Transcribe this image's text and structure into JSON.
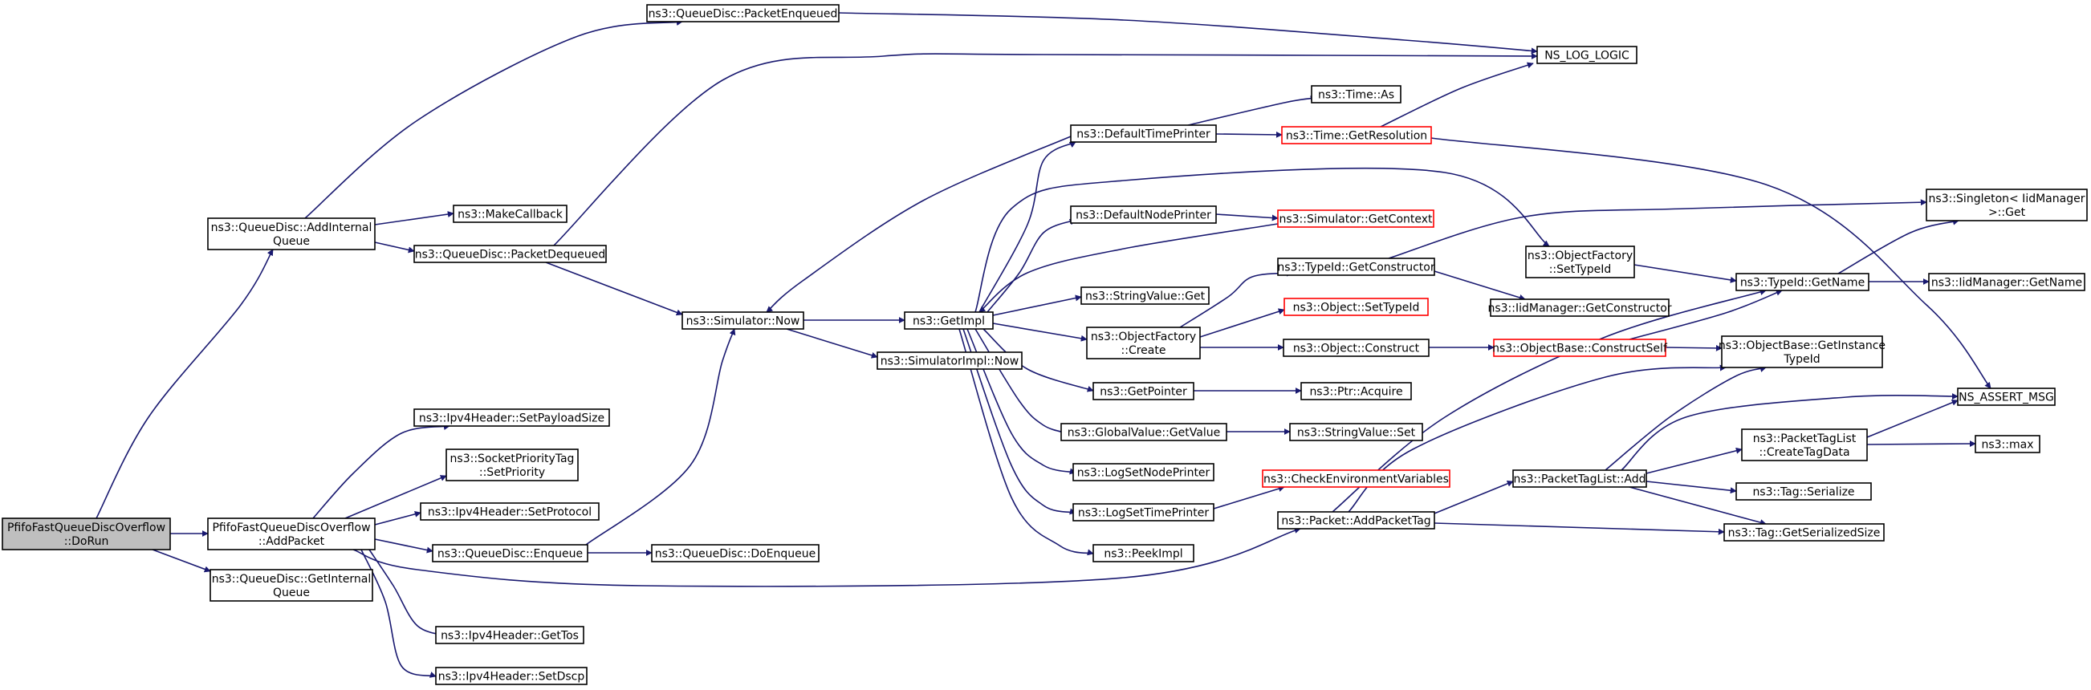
{
  "colors": {
    "edge": "#191970",
    "node_border": "#000000",
    "node_border_incomplete": "#ff0000",
    "node_fill": "#ffffff",
    "root_fill": "#bfbfbf"
  },
  "nodes": [
    {
      "id": "root",
      "lines": [
        "PfifoFastQueueDiscOverflow",
        "::DoRun"
      ],
      "kind": "root"
    },
    {
      "id": "addInternalQueue",
      "lines": [
        "ns3::QueueDisc::AddInternal",
        "Queue"
      ],
      "kind": "normal"
    },
    {
      "id": "addPacket",
      "lines": [
        "PfifoFastQueueDiscOverflow",
        "::AddPacket"
      ],
      "kind": "normal"
    },
    {
      "id": "getInternalQueue",
      "lines": [
        "ns3::QueueDisc::GetInternal",
        "Queue"
      ],
      "kind": "normal"
    },
    {
      "id": "packetEnqueued",
      "lines": [
        "ns3::QueueDisc::PacketEnqueued"
      ],
      "kind": "normal"
    },
    {
      "id": "makeCallback",
      "lines": [
        "ns3::MakeCallback"
      ],
      "kind": "normal"
    },
    {
      "id": "packetDequeued",
      "lines": [
        "ns3::QueueDisc::PacketDequeued"
      ],
      "kind": "normal"
    },
    {
      "id": "nsLogLogic",
      "lines": [
        "NS_LOG_LOGIC"
      ],
      "kind": "normal"
    },
    {
      "id": "simNow",
      "lines": [
        "ns3::Simulator::Now"
      ],
      "kind": "normal"
    },
    {
      "id": "setPayloadSize",
      "lines": [
        "ns3::Ipv4Header::SetPayloadSize"
      ],
      "kind": "normal"
    },
    {
      "id": "socketPrio",
      "lines": [
        "ns3::SocketPriorityTag",
        "::SetPriority"
      ],
      "kind": "normal"
    },
    {
      "id": "setProtocol",
      "lines": [
        "ns3::Ipv4Header::SetProtocol"
      ],
      "kind": "normal"
    },
    {
      "id": "enqueue",
      "lines": [
        "ns3::QueueDisc::Enqueue"
      ],
      "kind": "normal"
    },
    {
      "id": "doEnqueue",
      "lines": [
        "ns3::QueueDisc::DoEnqueue"
      ],
      "kind": "normal"
    },
    {
      "id": "getTos",
      "lines": [
        "ns3::Ipv4Header::GetTos"
      ],
      "kind": "normal"
    },
    {
      "id": "setDscp",
      "lines": [
        "ns3::Ipv4Header::SetDscp"
      ],
      "kind": "normal"
    },
    {
      "id": "getImpl",
      "lines": [
        "ns3::GetImpl"
      ],
      "kind": "normal"
    },
    {
      "id": "simImplNow",
      "lines": [
        "ns3::SimulatorImpl::Now"
      ],
      "kind": "normal"
    },
    {
      "id": "defaultTimePrinter",
      "lines": [
        "ns3::DefaultTimePrinter"
      ],
      "kind": "normal"
    },
    {
      "id": "defaultNodePrinter",
      "lines": [
        "ns3::DefaultNodePrinter"
      ],
      "kind": "normal"
    },
    {
      "id": "stringValueGet",
      "lines": [
        "ns3::StringValue::Get"
      ],
      "kind": "normal"
    },
    {
      "id": "objFactoryCreate",
      "lines": [
        "ns3::ObjectFactory",
        "::Create"
      ],
      "kind": "normal"
    },
    {
      "id": "getPointer",
      "lines": [
        "ns3::GetPointer"
      ],
      "kind": "normal"
    },
    {
      "id": "globalValueGet",
      "lines": [
        "ns3::GlobalValue::GetValue"
      ],
      "kind": "normal"
    },
    {
      "id": "logSetNodePrinter",
      "lines": [
        "ns3::LogSetNodePrinter"
      ],
      "kind": "normal"
    },
    {
      "id": "logSetTimePrinter",
      "lines": [
        "ns3::LogSetTimePrinter"
      ],
      "kind": "normal"
    },
    {
      "id": "peekImpl",
      "lines": [
        "ns3::PeekImpl"
      ],
      "kind": "normal"
    },
    {
      "id": "timeAs",
      "lines": [
        "ns3::Time::As"
      ],
      "kind": "normal"
    },
    {
      "id": "timeGetRes",
      "lines": [
        "ns3::Time::GetResolution"
      ],
      "kind": "incomplete"
    },
    {
      "id": "simGetContext",
      "lines": [
        "ns3::Simulator::GetContext"
      ],
      "kind": "incomplete"
    },
    {
      "id": "typeIdGetCtor",
      "lines": [
        "ns3::TypeId::GetConstructor"
      ],
      "kind": "normal"
    },
    {
      "id": "objectSetTypeId",
      "lines": [
        "ns3::Object::SetTypeId"
      ],
      "kind": "incomplete"
    },
    {
      "id": "objectConstruct",
      "lines": [
        "ns3::Object::Construct"
      ],
      "kind": "normal"
    },
    {
      "id": "ptrAcquire",
      "lines": [
        "ns3::Ptr::Acquire"
      ],
      "kind": "normal"
    },
    {
      "id": "stringValueSet",
      "lines": [
        "ns3::StringValue::Set"
      ],
      "kind": "normal"
    },
    {
      "id": "checkEnvVars",
      "lines": [
        "ns3::CheckEnvironmentVariables"
      ],
      "kind": "incomplete"
    },
    {
      "id": "addPacketTag",
      "lines": [
        "ns3::Packet::AddPacketTag"
      ],
      "kind": "normal"
    },
    {
      "id": "objFactorySetTypeId",
      "lines": [
        "ns3::ObjectFactory",
        "::SetTypeId"
      ],
      "kind": "normal"
    },
    {
      "id": "iidMgrGetCtor",
      "lines": [
        "ns3::IidManager::GetConstructor"
      ],
      "kind": "normal"
    },
    {
      "id": "objBaseConstructSelf",
      "lines": [
        "ns3::ObjectBase::ConstructSelf"
      ],
      "kind": "incomplete"
    },
    {
      "id": "packetTagListAdd",
      "lines": [
        "ns3::PacketTagList::Add"
      ],
      "kind": "normal"
    },
    {
      "id": "typeIdGetName",
      "lines": [
        "ns3::TypeId::GetName"
      ],
      "kind": "normal"
    },
    {
      "id": "objBaseGetInstTypeId",
      "lines": [
        "ns3::ObjectBase::GetInstance",
        "TypeId"
      ],
      "kind": "normal"
    },
    {
      "id": "createTagData",
      "lines": [
        "ns3::PacketTagList",
        "::CreateTagData"
      ],
      "kind": "normal"
    },
    {
      "id": "tagSerialize",
      "lines": [
        "ns3::Tag::Serialize"
      ],
      "kind": "normal"
    },
    {
      "id": "tagGetSerSize",
      "lines": [
        "ns3::Tag::GetSerializedSize"
      ],
      "kind": "normal"
    },
    {
      "id": "singletonGet",
      "lines": [
        "ns3::Singleton< IidManager",
        ">::Get"
      ],
      "kind": "normal"
    },
    {
      "id": "iidMgrGetName",
      "lines": [
        "ns3::IidManager::GetName"
      ],
      "kind": "normal"
    },
    {
      "id": "nsAssertMsg",
      "lines": [
        "NS_ASSERT_MSG"
      ],
      "kind": "normal"
    },
    {
      "id": "nsMax",
      "lines": [
        "ns3::max"
      ],
      "kind": "normal"
    }
  ],
  "edges": [
    [
      "root",
      "addInternalQueue"
    ],
    [
      "root",
      "addPacket"
    ],
    [
      "root",
      "getInternalQueue"
    ],
    [
      "addInternalQueue",
      "packetEnqueued"
    ],
    [
      "addInternalQueue",
      "makeCallback"
    ],
    [
      "addInternalQueue",
      "packetDequeued"
    ],
    [
      "packetEnqueued",
      "nsLogLogic"
    ],
    [
      "packetDequeued",
      "nsLogLogic"
    ],
    [
      "packetDequeued",
      "simNow"
    ],
    [
      "addPacket",
      "setPayloadSize"
    ],
    [
      "addPacket",
      "socketPrio"
    ],
    [
      "addPacket",
      "setProtocol"
    ],
    [
      "addPacket",
      "enqueue"
    ],
    [
      "addPacket",
      "getTos"
    ],
    [
      "addPacket",
      "setDscp"
    ],
    [
      "addPacket",
      "addPacketTag"
    ],
    [
      "enqueue",
      "simNow"
    ],
    [
      "enqueue",
      "doEnqueue"
    ],
    [
      "simNow",
      "getImpl"
    ],
    [
      "simNow",
      "simImplNow"
    ],
    [
      "getImpl",
      "defaultTimePrinter"
    ],
    [
      "getImpl",
      "defaultNodePrinter"
    ],
    [
      "getImpl",
      "objFactorySetTypeId"
    ],
    [
      "getImpl",
      "stringValueGet"
    ],
    [
      "getImpl",
      "objFactoryCreate"
    ],
    [
      "getImpl",
      "getPointer"
    ],
    [
      "getImpl",
      "globalValueGet"
    ],
    [
      "getImpl",
      "logSetNodePrinter"
    ],
    [
      "getImpl",
      "logSetTimePrinter"
    ],
    [
      "getImpl",
      "peekImpl"
    ],
    [
      "defaultTimePrinter",
      "simNow"
    ],
    [
      "defaultTimePrinter",
      "timeAs"
    ],
    [
      "defaultTimePrinter",
      "timeGetRes"
    ],
    [
      "timeGetRes",
      "nsLogLogic"
    ],
    [
      "timeGetRes",
      "nsAssertMsg"
    ],
    [
      "defaultNodePrinter",
      "simGetContext"
    ],
    [
      "simGetContext",
      "getImpl"
    ],
    [
      "objFactoryCreate",
      "typeIdGetCtor"
    ],
    [
      "objFactoryCreate",
      "objectSetTypeId"
    ],
    [
      "objFactoryCreate",
      "objectConstruct"
    ],
    [
      "typeIdGetCtor",
      "singletonGet"
    ],
    [
      "typeIdGetCtor",
      "iidMgrGetCtor"
    ],
    [
      "objectConstruct",
      "objBaseConstructSelf"
    ],
    [
      "objBaseConstructSelf",
      "typeIdGetName"
    ],
    [
      "objBaseConstructSelf",
      "objBaseGetInstTypeId"
    ],
    [
      "getPointer",
      "ptrAcquire"
    ],
    [
      "globalValueGet",
      "stringValueSet"
    ],
    [
      "logSetTimePrinter",
      "checkEnvVars"
    ],
    [
      "objFactorySetTypeId",
      "typeIdGetName"
    ],
    [
      "typeIdGetName",
      "singletonGet"
    ],
    [
      "typeIdGetName",
      "iidMgrGetName"
    ],
    [
      "addPacketTag",
      "typeIdGetName"
    ],
    [
      "addPacketTag",
      "objBaseGetInstTypeId"
    ],
    [
      "addPacketTag",
      "packetTagListAdd"
    ],
    [
      "addPacketTag",
      "tagGetSerSize"
    ],
    [
      "packetTagListAdd",
      "objBaseGetInstTypeId"
    ],
    [
      "packetTagListAdd",
      "nsAssertMsg"
    ],
    [
      "packetTagListAdd",
      "createTagData"
    ],
    [
      "packetTagListAdd",
      "tagSerialize"
    ],
    [
      "packetTagListAdd",
      "tagGetSerSize"
    ],
    [
      "createTagData",
      "nsAssertMsg"
    ],
    [
      "createTagData",
      "nsMax"
    ]
  ]
}
